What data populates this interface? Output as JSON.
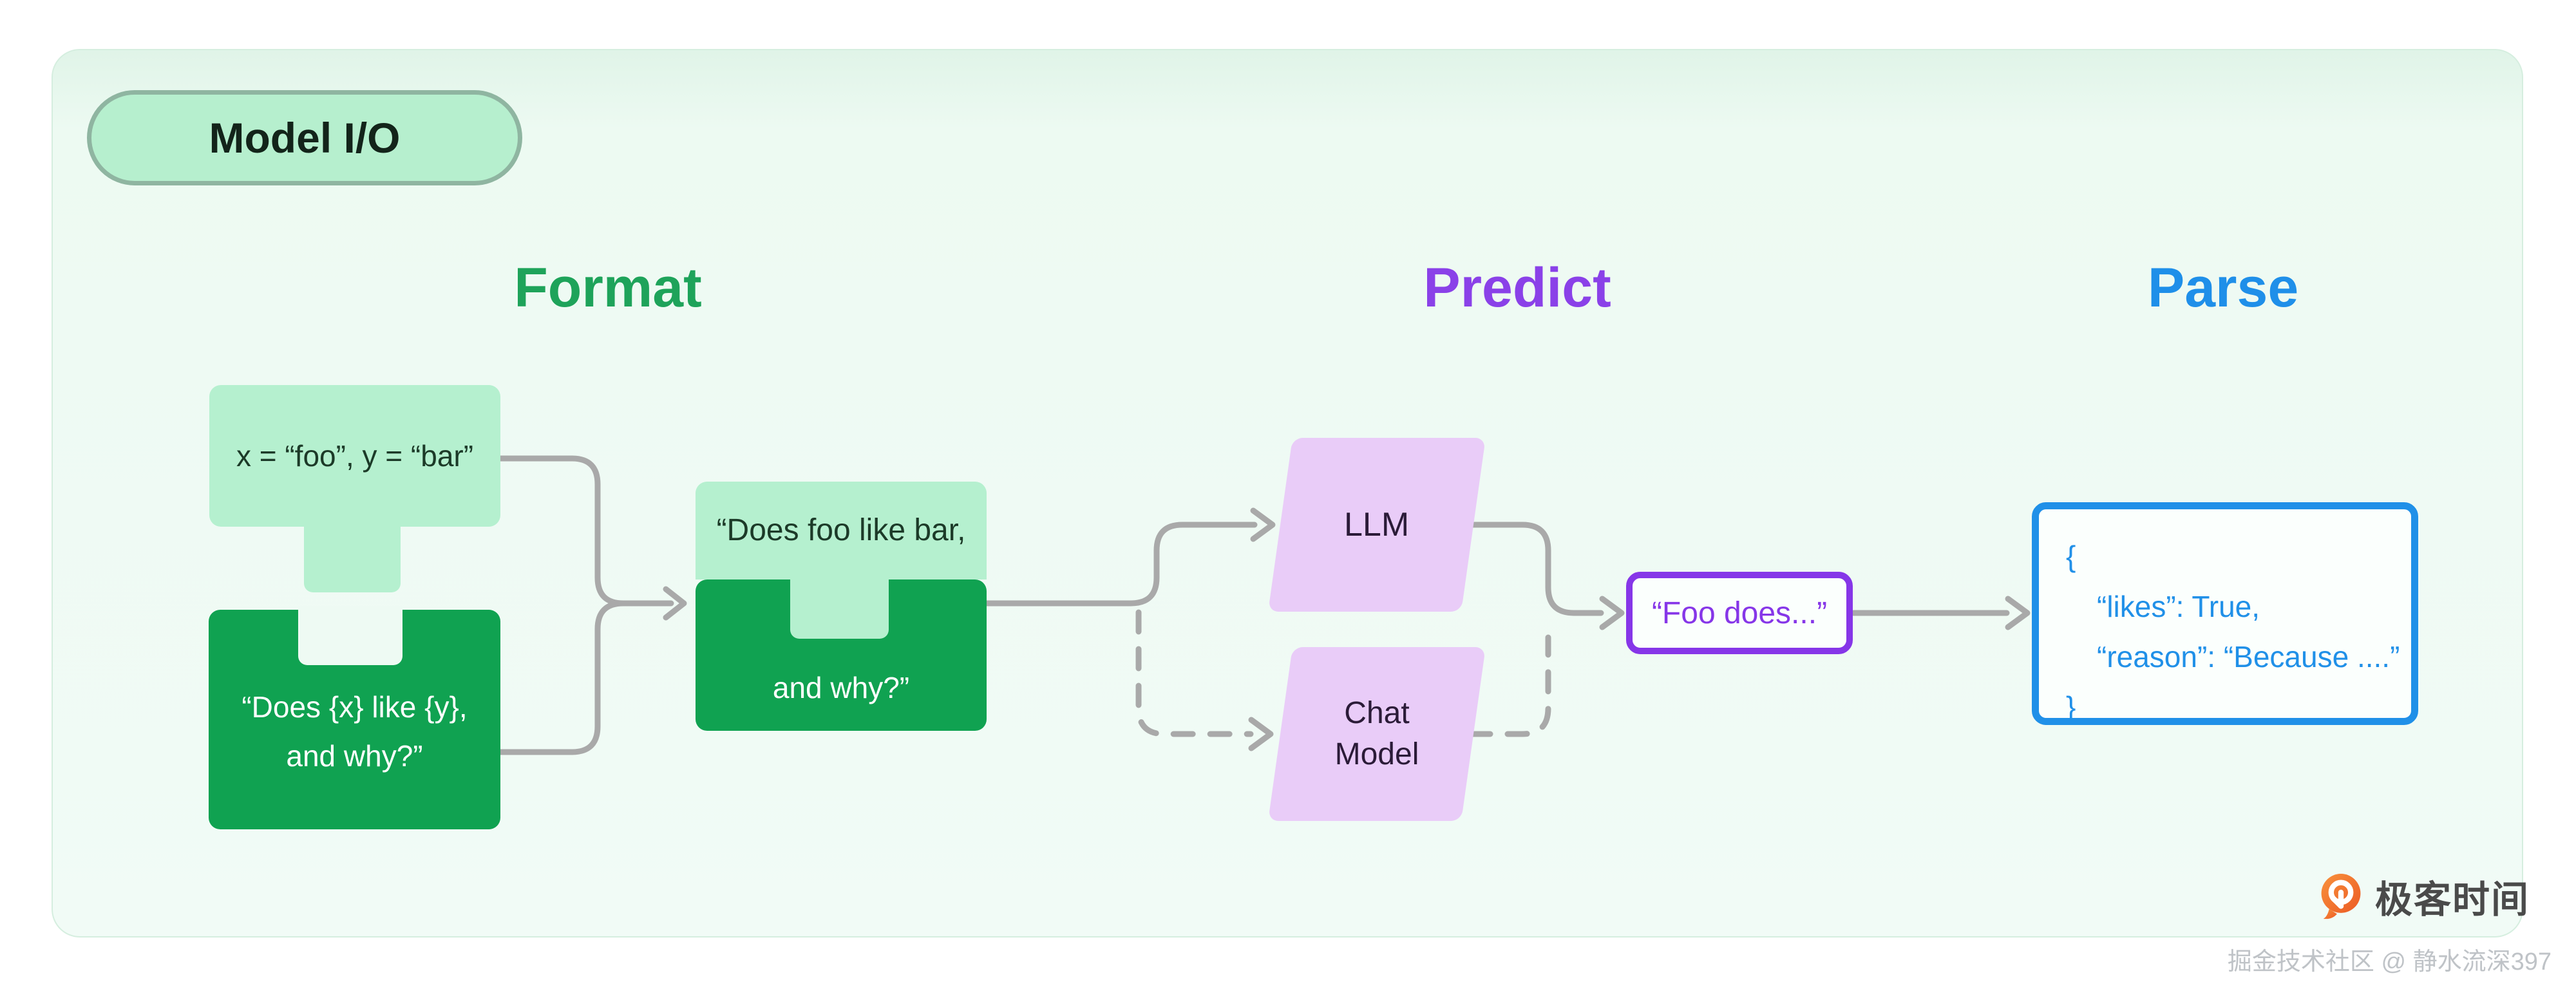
{
  "badge": {
    "label": "Model I/O"
  },
  "stages": {
    "format_title": "Format",
    "predict_title": "Predict",
    "parse_title": "Parse"
  },
  "format": {
    "variables_label": "x = “foo”, y = “bar”",
    "template_line1": "“Does {x} like {y},",
    "template_line2": "and why?”",
    "combined_line1": "“Does foo like bar,",
    "combined_line2": "and why?”"
  },
  "predict": {
    "llm_label": "LLM",
    "chat_model_label": "Chat Model",
    "output_label": "“Foo does...”"
  },
  "parse": {
    "json_lines": [
      "{",
      "“likes”: True,",
      "“reason”: “Because ....”",
      "}"
    ]
  },
  "footer": {
    "brand": "极客时间",
    "watermark": "掘金技术社区 @ 静水流深397"
  },
  "colors": {
    "format_green": "#1ea35a",
    "predict_purple": "#8a41e8",
    "parse_blue": "#1f8fe9",
    "light_green_fill": "#b5f0cf",
    "dark_green_fill": "#10a251",
    "parallelogram_fill": "#e9ccf8",
    "output_border_purple": "#8636e8",
    "json_blue": "#2090e8",
    "wire_gray": "#a9a9a9",
    "card_background": "#eefaf3"
  }
}
